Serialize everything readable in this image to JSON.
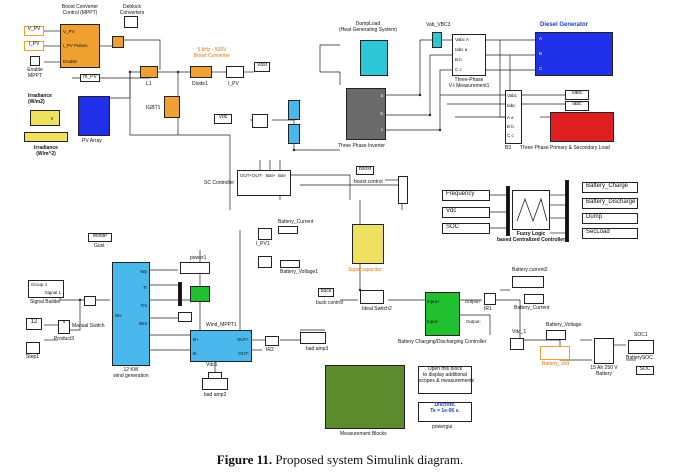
{
  "caption": {
    "label": "Figure 11.",
    "text": "Proposed system Simulink diagram."
  },
  "colors": {
    "orange": "#f0a030",
    "cyan": "#2ec7d8",
    "sky": "#49b8ec",
    "green": "#20c030",
    "blue": "#2030e8",
    "red": "#e02020",
    "yellow": "#f0e060",
    "olive": "#5c8a2c",
    "dark": "#111111"
  },
  "blocks": {
    "vpv_in": "V_PV",
    "ipv_in": "I_PV",
    "mppt_title": "Boost Converter\nControl (MPPT)",
    "mppt_ports": [
      "V_PV",
      "I_PV  Pulses",
      "Enable"
    ],
    "enable_mppt": "Enable\nMPPT",
    "deblock": "Deblock\nConverters",
    "mpv_goto": "m_PV",
    "boost_label": "5 kHz - 500V\nBoost Converter",
    "l1": "L1",
    "igbt1": "IGBT1",
    "diode1": "Diode1",
    "ipv_meas": "I_PV",
    "vbst": "Vbst",
    "irradiance_title": "Irradiance\n(W/m2)",
    "irradiance_port": "Ir",
    "pv_array": "PV Array",
    "irradiance2": "Irradiance\n(W/m^2)",
    "vdc": "Vdc",
    "dumpload": "DumpLoad\n(Heat Generating System)",
    "vab_vbc": "Vab_VBC3",
    "vabc_meas_title": "Three-Phase\nV-I Measurement1",
    "vabc_ports": [
      "Vabc A",
      "Iabc a",
      "B  b",
      "C  c"
    ],
    "diesel_gen": "Diesel Generator",
    "diesel_ports": [
      "A",
      "B",
      "C"
    ],
    "vabc_out": "Vabc",
    "iabc_out": "Iabc",
    "b3_title": "B3",
    "b3_ports": [
      "Vabc",
      "Iabc",
      "A  a",
      "B  b",
      "C  c"
    ],
    "transformer": "Three Phase Primary & Secondary Load",
    "inverter": "Three Phase Inverter",
    "inverter_ports": [
      "a",
      "b",
      "c"
    ],
    "sc_controller": "SC Controller",
    "sc_ports": [
      "OUT+",
      "OUT-",
      "Bat+",
      "Bat-"
    ],
    "boost_from": "boost",
    "boost_control": "boost control",
    "frequency": "Frequency",
    "vdc2": "Vdc",
    "soc": "SOC",
    "fuzzy": "Fuzzy Logic\nbased Centralized Controller",
    "battery_charge": "Battery_Charge",
    "battery_discharge": "Battery_Discharge",
    "dump": "Dump",
    "secload": "SecLoad",
    "ipv1": "I_PV1",
    "battery_current": "Battery_Current",
    "battery_voltage": "Battery_Voltage1",
    "supercapacitor": "Supercapacitor",
    "wind_goto": "WindP",
    "gust": "Gust",
    "power1": "power1",
    "group1_title": "Group 1",
    "signal1": "Signal 1",
    "signal_builder": "Signal Builder",
    "manual_switch": "Manual Switch",
    "const12": "12",
    "product3": "Product3",
    "step1": "Step1",
    "wind_gen_ports": [
      "Wp",
      "Tr",
      "Tm",
      "Wm",
      "Ws"
    ],
    "wind_gen": "12 KW\nwind generation",
    "wind_mppt": "Wind_MPPT1",
    "wind_mppt_ports": [
      "B+",
      "B-",
      "OUT+",
      "OUT-"
    ],
    "ir2": "IR2",
    "vdc1": "Vdc1",
    "bad_amp3": "bad amp3",
    "bad_amp2": "bad amp2",
    "buck": "buck",
    "buck_control": "buck control",
    "ideal_switch": "Ideal Switch2",
    "charger": "Battery Charging/Discharging Controller",
    "charger_ports": [
      "Input+",
      "Input-",
      "Output+",
      "Output-"
    ],
    "ir1": "IR1",
    "battery_current2": "Battery current2",
    "battery_current_scope": "Battery_Current",
    "vdc_1": "Vdc_1",
    "battery_voltage2": "Battery_Voltage",
    "battery_volt": "Battery_Volt",
    "soc1": "SOC1",
    "battery": "15 Ah 250 V\nBattery",
    "battery_soc": "BatterySOC",
    "soc_goto": "SOC",
    "measurement_blocks": "Measurement Blocks",
    "open_block": "Open this block\nto display additional\nscopes & measurements",
    "discrete": "Discrete,\nTs = 1e-06 s.",
    "powergui": "powergui"
  }
}
